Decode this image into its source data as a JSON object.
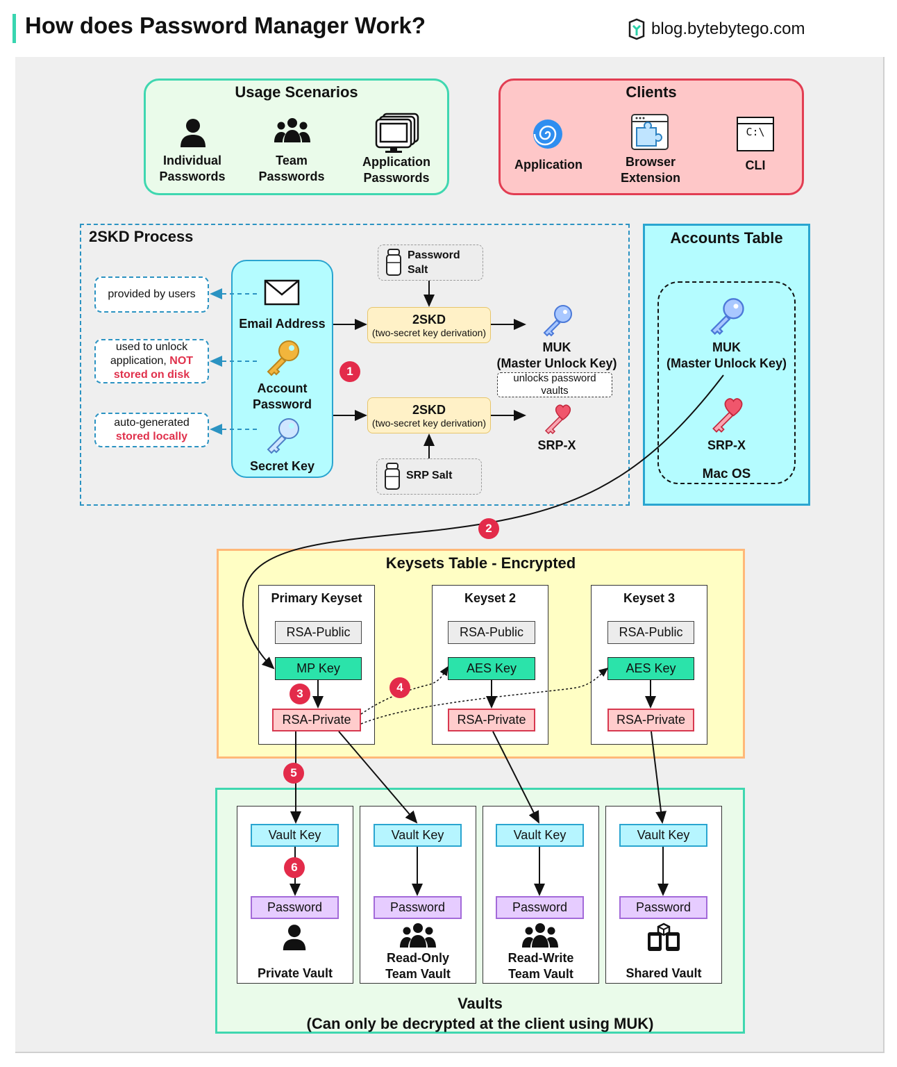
{
  "header": {
    "title": "How does Password Manager Work?",
    "logo_text": "blog.bytebytego.com"
  },
  "usage": {
    "title": "Usage Scenarios",
    "items": [
      {
        "line1": "Individual",
        "line2": "Passwords",
        "icon": "person-icon"
      },
      {
        "line1": "Team",
        "line2": "Passwords",
        "icon": "team-icon"
      },
      {
        "line1": "Application",
        "line2": "Passwords",
        "icon": "monitor-icon"
      }
    ]
  },
  "clients": {
    "title": "Clients",
    "items": [
      {
        "line1": "Application",
        "line2": "",
        "icon": "app-swirl-icon"
      },
      {
        "line1": "Browser",
        "line2": "Extension",
        "icon": "puzzle-icon"
      },
      {
        "line1": "CLI",
        "line2": "",
        "icon": "terminal-icon"
      }
    ],
    "cli_glyph": "C:\\"
  },
  "skd_process": {
    "title": "2SKD Process",
    "notes": {
      "n1": "provided by users",
      "n2_a": "used to unlock",
      "n2_b": "application, ",
      "n2_c": "NOT",
      "n2_d": "stored on disk",
      "n3_a": "auto-generated",
      "n3_b": "stored locally"
    },
    "inputs": {
      "email": "Email Address",
      "account_a": "Account",
      "account_b": "Password",
      "secret": "Secret Key"
    },
    "password_salt_a": "Password",
    "password_salt_b": "Salt",
    "srp_salt": "SRP Salt",
    "skd_title": "2SKD",
    "skd_sub": "(two-secret key derivation)",
    "muk_a": "MUK",
    "muk_b": "(Master Unlock Key)",
    "muk_note_a": "unlocks password",
    "muk_note_b": "vaults",
    "srp": "SRP-X"
  },
  "accounts": {
    "title": "Accounts Table",
    "muk_a": "MUK",
    "muk_b": "(Master Unlock Key)",
    "srp": "SRP-X",
    "os": "Mac OS"
  },
  "keysets": {
    "title": "Keysets Table - Encrypted",
    "sets": [
      {
        "title": "Primary Keyset",
        "pub": "RSA-Public",
        "sym": "MP Key",
        "priv": "RSA-Private"
      },
      {
        "title": "Keyset 2",
        "pub": "RSA-Public",
        "sym": "AES Key",
        "priv": "RSA-Private"
      },
      {
        "title": "Keyset 3",
        "pub": "RSA-Public",
        "sym": "AES Key",
        "priv": "RSA-Private"
      }
    ]
  },
  "vaults": {
    "title_a": "Vaults",
    "title_b": "(Can only be decrypted at the client using MUK)",
    "items": [
      {
        "key": "Vault Key",
        "pwd": "Password",
        "name_a": "Private Vault",
        "name_b": "",
        "icon": "person-icon"
      },
      {
        "key": "Vault Key",
        "pwd": "Password",
        "name_a": "Read-Only",
        "name_b": "Team Vault",
        "icon": "team-icon"
      },
      {
        "key": "Vault Key",
        "pwd": "Password",
        "name_a": "Read-Write",
        "name_b": "Team Vault",
        "icon": "team-icon"
      },
      {
        "key": "Vault Key",
        "pwd": "Password",
        "name_a": "Shared Vault",
        "name_b": "",
        "icon": "shared-devices-icon"
      }
    ]
  },
  "steps": [
    "1",
    "2",
    "3",
    "4",
    "5",
    "6"
  ],
  "colors": {
    "accent": "#39d5b0",
    "badge": "#e32b4a",
    "blue": "#2aa5d0",
    "key_blue": "#5b8ee8",
    "key_red": "#f0566c",
    "key_gold": "#f2b53c"
  }
}
